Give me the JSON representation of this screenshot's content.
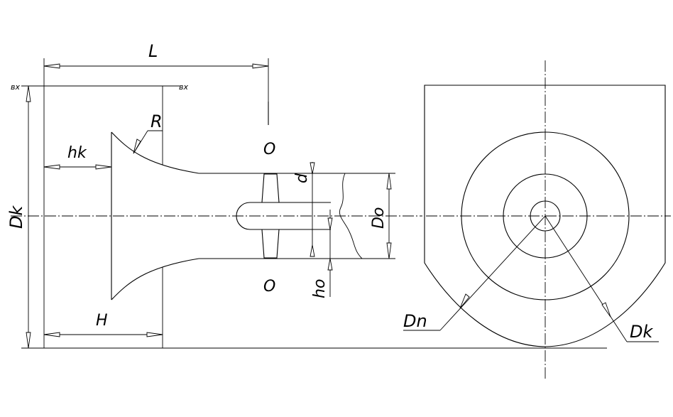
{
  "labels": {
    "L": "L",
    "R": "R",
    "hk": "hk",
    "Dk": "Dk",
    "H": "H",
    "O_top": "O",
    "O_bottom": "O",
    "d": "d",
    "Do": "Do",
    "ho": "ho",
    "Dn": "Dn",
    "Dk_right": "Dk",
    "vx_left": "вх",
    "vx_right": "вх"
  }
}
